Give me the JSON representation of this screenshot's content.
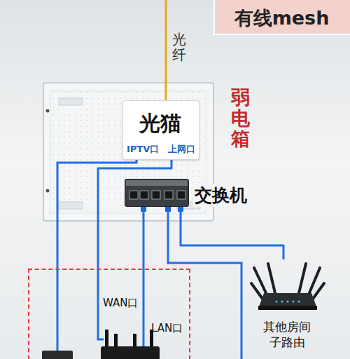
{
  "diagram": {
    "title": "有线mesh",
    "nodes": [
      {
        "text": [
          "弱电箱"
        ]
      },
      {
        "text": [
          "光猫",
          "IPTV口",
          "上网口"
        ],
        "in": 0
      },
      {
        "text": [
          "交换机"
        ],
        "in": 0
      },
      {
        "text": [
          "WAN口",
          "LAN口"
        ]
      },
      {
        "text": [
          "其他房间 子路由"
        ]
      }
    ],
    "edges": [
      {
        "from": 1,
        "to": 3,
        "arrow": "none"
      },
      {
        "from": 3,
        "to": 2,
        "arrow": "none"
      },
      {
        "from": 2,
        "to": 4,
        "arrow": "none"
      }
    ],
    "labels": [
      "光纤"
    ]
  }
}
